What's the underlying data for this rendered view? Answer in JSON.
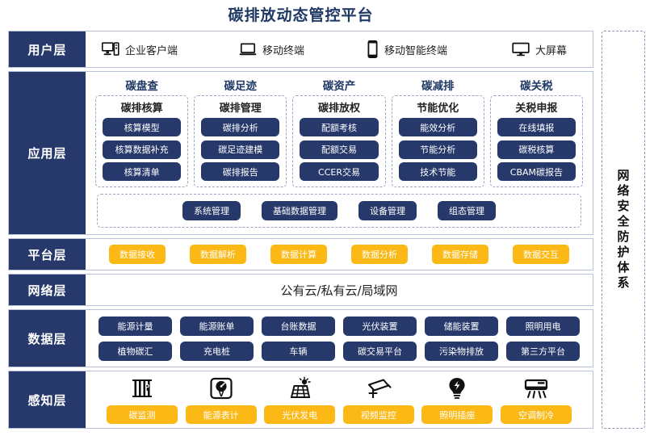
{
  "title": "碳排放动态管控平台",
  "colors": {
    "navy": "#27396b",
    "amber": "#FCB814",
    "title_blue": "#1f3864",
    "border": "#b9c3d6"
  },
  "security_panel": {
    "label": "网络安全防护体系"
  },
  "layers": {
    "user": {
      "label": "用户层",
      "items": [
        {
          "icon": "desktop-tower-icon",
          "text": "企业客户端"
        },
        {
          "icon": "laptop-icon",
          "text": "移动终端"
        },
        {
          "icon": "smartphone-icon",
          "text": "移动智能终端"
        },
        {
          "icon": "monitor-icon",
          "text": "大屏幕"
        }
      ]
    },
    "application": {
      "label": "应用层",
      "columns": [
        {
          "title": "碳盘查",
          "box_title": "碳排核算",
          "items": [
            "核算模型",
            "核算数据补充",
            "核算清单"
          ]
        },
        {
          "title": "碳足迹",
          "box_title": "碳排管理",
          "items": [
            "碳排分析",
            "碳足迹建模",
            "碳排报告"
          ]
        },
        {
          "title": "碳资产",
          "box_title": "碳排放权",
          "items": [
            "配额考核",
            "配额交易",
            "CCER交易"
          ]
        },
        {
          "title": "碳减排",
          "box_title": "节能优化",
          "items": [
            "能效分析",
            "节能分析",
            "技术节能"
          ]
        },
        {
          "title": "碳关税",
          "box_title": "关税申报",
          "items": [
            "在线填报",
            "碳税核算",
            "CBAM碳报告"
          ]
        }
      ],
      "support_items": [
        "系统管理",
        "基础数据管理",
        "设备管理",
        "组态管理"
      ]
    },
    "platform": {
      "label": "平台层",
      "items": [
        "数据接收",
        "数据解析",
        "数据计算",
        "数据分析",
        "数据存储",
        "数据交互"
      ]
    },
    "network": {
      "label": "网络层",
      "text": "公有云/私有云/局域网"
    },
    "data": {
      "label": "数据层",
      "row1": [
        "能源计量",
        "能源账单",
        "台账数据",
        "光伏装置",
        "储能装置",
        "照明用电"
      ],
      "row2": [
        "植物碳汇",
        "充电桩",
        "车辆",
        "碳交易平台",
        "污染物排放",
        "第三方平台"
      ]
    },
    "perception": {
      "label": "感知层",
      "items": [
        {
          "icon": "carbon-monitor-icon",
          "label": "碳监测"
        },
        {
          "icon": "energy-meter-icon",
          "label": "能源表计"
        },
        {
          "icon": "solar-panel-icon",
          "label": "光伏发电"
        },
        {
          "icon": "cctv-camera-icon",
          "label": "视频监控"
        },
        {
          "icon": "lightbulb-icon",
          "label": "照明插座"
        },
        {
          "icon": "air-conditioner-icon",
          "label": "空调制冷"
        }
      ]
    }
  }
}
